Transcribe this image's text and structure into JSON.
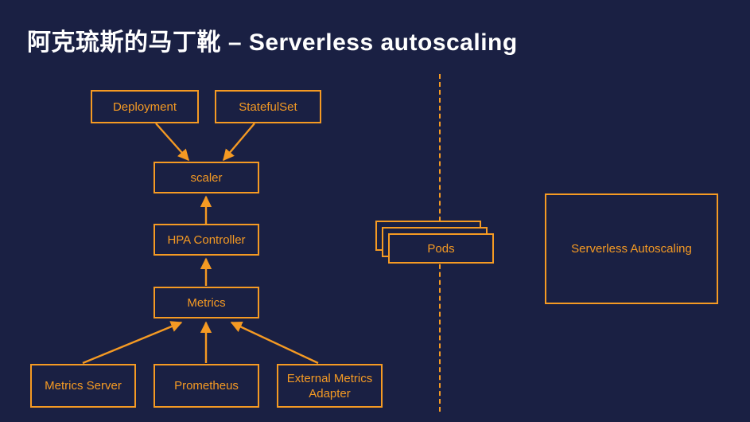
{
  "slide": {
    "title": "阿克琉斯的马丁靴 – Serverless autoscaling",
    "background_color": "#1a2043",
    "accent_color": "#f59a23",
    "title_color": "#ffffff"
  },
  "diagram": {
    "boxes": {
      "deployment": {
        "label": "Deployment"
      },
      "statefulset": {
        "label": "StatefulSet"
      },
      "scaler": {
        "label": "scaler"
      },
      "hpa_controller": {
        "label": "HPA Controller"
      },
      "metrics": {
        "label": "Metrics"
      },
      "metrics_server": {
        "label": "Metrics Server"
      },
      "prometheus": {
        "label": "Prometheus"
      },
      "external_metrics_adapter": {
        "line1": "External Metrics",
        "line2": "Adapter"
      },
      "pods": {
        "label": "Pods"
      },
      "serverless_autoscaling": {
        "label": "Serverless  Autoscaling"
      }
    }
  }
}
